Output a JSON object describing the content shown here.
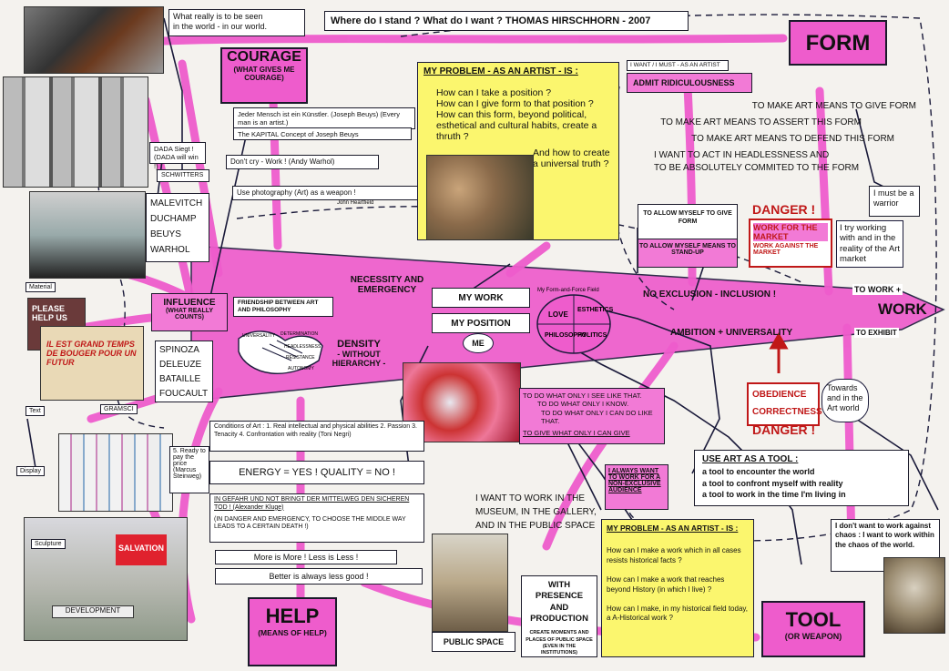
{
  "title": "Where do I stand ? What do I want ?   THOMAS HIRSCHHORN - 2007",
  "top_quote": [
    "What really is to be seen",
    "in the world - in our world."
  ],
  "courage": {
    "title": "COURAGE",
    "sub": "(WHAT GIVES ME COURAGE)"
  },
  "courage_items": [
    "Jeder Mensch ist ein Künstler. (Joseph Beuys) (Every man is an artist.)",
    "The KAPITAL Concept of Joseph Beuys",
    "Don't cry - Work !   (Andy Warhol)",
    "Use photography (Art) as a weapon !",
    "John Heartfield"
  ],
  "dada": {
    "line1": "DADA Siegt !",
    "line2": "(DADA will win !)"
  },
  "schwitters": "SCHWITTERS",
  "artists": [
    "MALEVITCH",
    "DUCHAMP",
    "BEUYS",
    "WARHOL"
  ],
  "philosophers": [
    "SPINOZA",
    "DELEUZE",
    "BATAILLE",
    "FOUCAULT"
  ],
  "gramsci": "GRAMSCI",
  "influence": {
    "title": "INFLUENCE",
    "sub": "(WHAT REALLY COUNTS)"
  },
  "friendship": "FRIENDSHIP BETWEEN ART AND PHILOSOPHY",
  "handshake_words": [
    "UNIVERSALITY",
    "DETERMINATION",
    "HEADLESSNESS",
    "RESISTANCE",
    "AUTONOMY"
  ],
  "density": {
    "title": "DENSITY",
    "sub": "- WITHOUT HIERARCHY -"
  },
  "necessity": "NECESSITY AND EMERGENCY",
  "photo_labels": {
    "material": "Material",
    "text": "Text",
    "display": "Display",
    "sculpture": "Sculpture"
  },
  "sign_texts": {
    "please": "PLEASE HELP US",
    "il_est": "IL EST GRAND TEMPS DE BOUGER POUR UN FUTUR",
    "development": "DEVELOPMENT",
    "salvation": "SALVATION"
  },
  "problem1": {
    "title": "MY PROBLEM - AS AN ARTIST - IS :",
    "lines": [
      "How can I take a position ?",
      "How can I give form to that position ?",
      "How can this form, beyond political, esthetical and cultural habits, create a thruth ?",
      "And how to create a universal truth ?"
    ]
  },
  "form": "FORM",
  "want_must": "I WANT / I MUST - AS AN ARTIST",
  "admit": "ADMIT RIDICULOUSNESS",
  "form_statements": [
    "TO MAKE ART MEANS TO GIVE FORM",
    "TO MAKE ART MEANS TO ASSERT THIS FORM",
    "TO MAKE ART MEANS TO DEFEND THIS FORM",
    "I WANT TO ACT IN HEADLESSNESS AND",
    "TO BE ABSOLUTELY COMMITED TO THE FORM"
  ],
  "allow": {
    "line1": "TO ALLOW MYSELF TO GIVE FORM",
    "line2": "TO ALLOW MYSELF MEANS TO STAND-UP"
  },
  "danger1": {
    "title": "DANGER !",
    "work_for": "WORK FOR THE MARKET",
    "work_against": "WORK AGAINST THE MARKET"
  },
  "warrior": "I must be a warrior",
  "try_working": "I try working with and in the reality of the Art market",
  "my_work": "MY WORK",
  "my_position": "MY POSITION",
  "me": "ME",
  "force_field": {
    "title": "My Form-and-Force Field",
    "words": [
      "LOVE",
      "ESTHETICS",
      "PHILOSOPHY",
      "POLITICS"
    ]
  },
  "arrow_words": {
    "no_exclusion": "NO EXCLUSION - INCLUSION !",
    "ambition": "AMBITION + UNIVERSALITY",
    "to_work": "TO WORK +",
    "work": "WORK",
    "to_exhibit": "TO EXHIBIT"
  },
  "danger2": {
    "obedience": "OBEDIENCE",
    "correctness": "CORRECTNESS",
    "title": "DANGER !"
  },
  "towards": "Towards and in the Art world",
  "only": [
    "TO DO WHAT ONLY I SEE LIKE THAT.",
    "TO DO WHAT ONLY I KNOW.",
    "TO DO WHAT ONLY I CAN DO LIKE THAT.",
    "TO GIVE WHAT ONLY I CAN GIVE"
  ],
  "conditions": "Conditions of Art : 1. Real intellectual and physical abilities 2. Passion 3. Tenacity 4. Confrontation with reality (Toni Negri)",
  "ready_pay": "5. Ready to pay the price (Marcus Steinweg)",
  "energy": "ENERGY = YES ! QUALITY = NO !",
  "gefahr": "IN GEFAHR UND NOT BRINGT DER MITTELWEG DEN SICHEREN TOD ! (Alexander Kluge)",
  "danger_emergency": "(IN DANGER AND EMERGENCY, TO CHOOSE THE MIDDLE WAY LEADS TO A CERTAIN DEATH !)",
  "more": "More is More ! Less is Less !",
  "better": "Better is always less good !",
  "help": {
    "title": "HELP",
    "sub": "(MEANS OF HELP)"
  },
  "always_want": "I ALWAYS WANT TO WORK FOR A NON-EXCLUSIVE AUDIENCE",
  "museum": "I WANT TO WORK IN THE MUSEUM, IN THE GALLERY, AND IN THE PUBLIC SPACE",
  "public_space": "PUBLIC SPACE",
  "presence": {
    "title": "WITH PRESENCE AND PRODUCTION",
    "sub": "CREATE MOMENTS AND PLACES OF PUBLIC SPACE (EVEN IN THE INSTITUTIONS)"
  },
  "problem2": {
    "title": "MY PROBLEM - AS AN ARTIST - IS :",
    "lines": [
      "How can I make a work which in all cases resists historical facts ?",
      "How can I make a work that reaches beyond History (in which I live) ?",
      "How can I make, in my historical field today, a A-Historical work ?"
    ]
  },
  "use_art": {
    "title": "USE ART AS A TOOL :",
    "lines": [
      "a tool to encounter the world",
      "a tool to confront myself with reality",
      "a tool to work in the time I'm living in"
    ]
  },
  "chaos": "I don't want to work against chaos : I want to work within the chaos of the world.",
  "tool": {
    "title": "TOOL",
    "sub": "(OR WEAPON)"
  },
  "colors": {
    "pink": "#ee5ccc",
    "yellow": "#fbf66e",
    "red": "#c01818",
    "navy": "#1a1a3a"
  }
}
